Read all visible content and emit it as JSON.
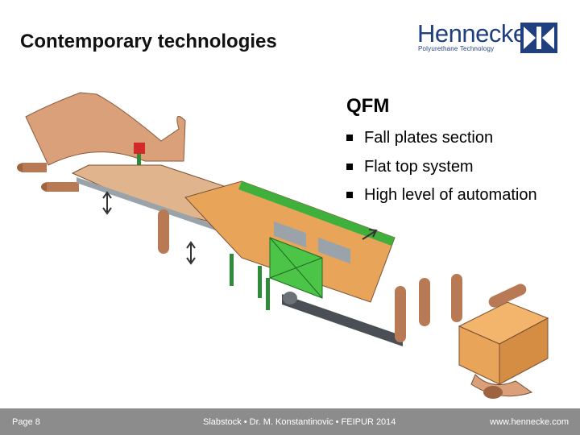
{
  "slide": {
    "title": "Contemporary technologies"
  },
  "logo": {
    "name": "Hennecke",
    "tagline": "Polyurethane Technology",
    "color": "#1f3f7f"
  },
  "content": {
    "heading": "QFM",
    "bullets": [
      "Fall plates section",
      "Flat top system",
      "High level of automation"
    ]
  },
  "footer": {
    "page": "Page 8",
    "credits": "Slabstock • Dr. M. Konstantinovic • FEIPUR 2014",
    "website": "www.hennecke.com",
    "background": "#8c8c8c"
  },
  "illustration": {
    "subject": "foam-production-line",
    "colors": {
      "paper": "#d9a07a",
      "foam": "#e8a55a",
      "frame_green": "#3fb03c",
      "support_green": "#2e8b3a",
      "roller": "#a0633f"
    }
  }
}
